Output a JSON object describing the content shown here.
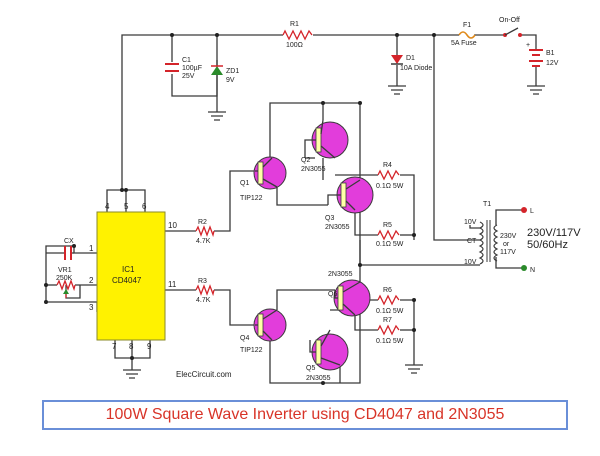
{
  "title": "100W Square Wave Inverter using CD4047 and 2N3055",
  "watermark": "ElecCircuit.com",
  "ic": {
    "ref": "IC1",
    "part": "CD4047",
    "pins": {
      "p1": "1",
      "p2": "2",
      "p3": "3",
      "p4": "4",
      "p5": "5",
      "p6": "6",
      "p7": "7",
      "p8": "8",
      "p9": "9",
      "p10": "10",
      "p11": "11"
    }
  },
  "components": {
    "r1": {
      "ref": "R1",
      "value": "100Ω"
    },
    "r2": {
      "ref": "R2",
      "value": "4.7K"
    },
    "r3": {
      "ref": "R3",
      "value": "4.7K"
    },
    "r4": {
      "ref": "R4",
      "value": "0.1Ω 5W"
    },
    "r5": {
      "ref": "R5",
      "value": "0.1Ω  5W"
    },
    "r6": {
      "ref": "R6",
      "value": "0.1Ω 5W"
    },
    "r7": {
      "ref": "R7",
      "value": "0.1Ω  5W"
    },
    "c1": {
      "ref": "C1",
      "value": "100µF",
      "voltage": "25V"
    },
    "cx": {
      "ref": "CX"
    },
    "zd1": {
      "ref": "ZD1",
      "value": "9V"
    },
    "d1": {
      "ref": "D1",
      "value": "10A Diode"
    },
    "vr1": {
      "ref": "VR1",
      "value": "250K"
    },
    "f1": {
      "ref": "F1",
      "value": "5A Fuse"
    },
    "sw": {
      "label": "On-Off"
    },
    "b1": {
      "ref": "B1",
      "value": "12V"
    },
    "t1": {
      "ref": "T1",
      "tap_top": "10V",
      "tap_ct": "CT",
      "tap_bottom": "10V",
      "sec_l1": "230V",
      "sec_l2": "or",
      "sec_l3": "117V",
      "out_l1": "230V/117V",
      "out_l2": "50/60Hz",
      "term_l": "L",
      "term_n": "N"
    },
    "q1": {
      "ref": "Q1",
      "part": "TIP122"
    },
    "q2": {
      "ref": "Q2",
      "part": "2N3055"
    },
    "q3": {
      "ref": "Q3",
      "part": "2N3055"
    },
    "q4": {
      "ref": "Q4",
      "part": "TIP122"
    },
    "q5": {
      "ref": "Q5",
      "part": "2N3055"
    },
    "q6": {
      "ref": "Q6",
      "part": "2N3055"
    }
  },
  "colors": {
    "wire": "#3a3a3a",
    "resistor": "#d4242a",
    "transistor": "#e23ddb",
    "ic_fill": "#fff200",
    "title_text": "#d83428",
    "title_border": "#6a8fd8"
  }
}
